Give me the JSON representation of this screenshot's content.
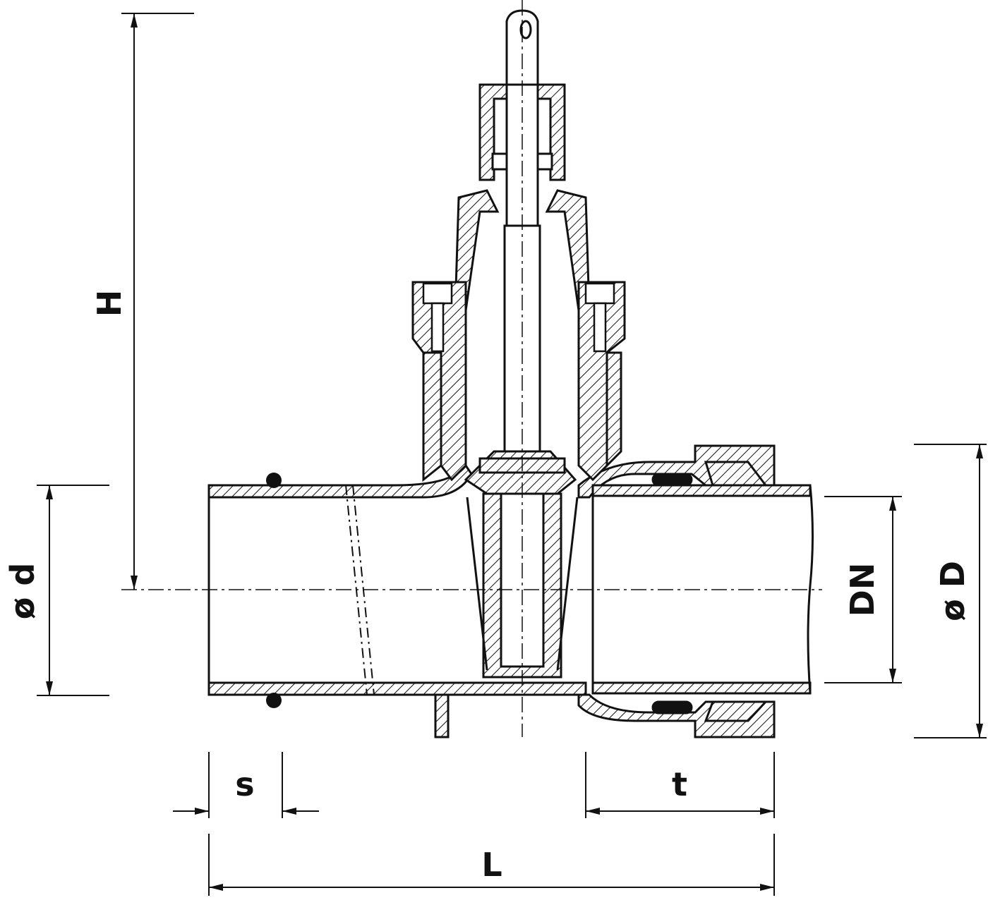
{
  "labels": {
    "height": "H",
    "outer_diameter": "ø d",
    "nominal_diameter": "DN",
    "socket_diameter": "ø D",
    "spigot_length": "s",
    "socket_depth": "t",
    "overall_length": "L"
  },
  "colors": {
    "line": "#111111",
    "background": "#ffffff"
  }
}
